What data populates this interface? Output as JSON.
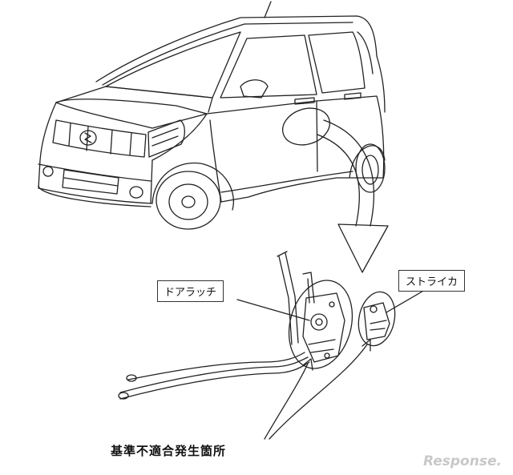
{
  "labels": {
    "door_latch": "ドアラッチ",
    "striker": "ストライカ",
    "defect_location": "基準不適合発生箇所"
  },
  "watermark": "Response.",
  "colors": {
    "line": "#222222",
    "watermark": "#c8c8c8"
  }
}
